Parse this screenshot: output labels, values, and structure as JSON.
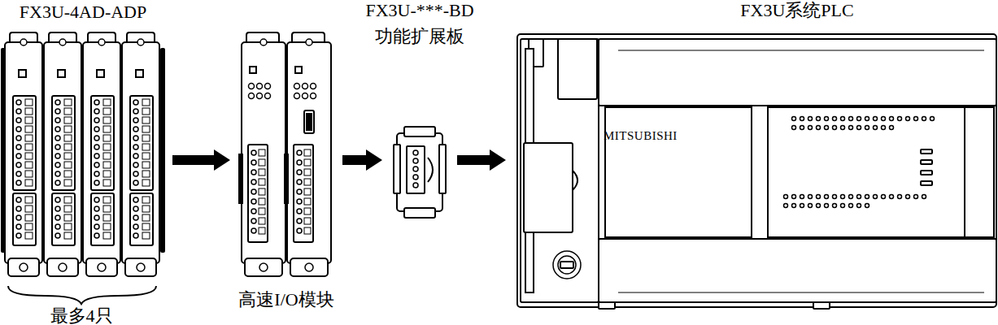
{
  "diagram": {
    "nodes": [
      {
        "text": [
          "FX3U-4AD-ADP",
          "最多4只"
        ]
      },
      {
        "text": [
          "高速I/O模块"
        ]
      },
      {
        "text": [
          "FX3U-***-BD",
          "功能扩展板"
        ]
      },
      {
        "text": [
          "FX3U系统PLC",
          "MITSUBISHI"
        ]
      }
    ],
    "edges": [
      {
        "from": 0,
        "to": 1,
        "arrow": "to"
      },
      {
        "from": 1,
        "to": 2,
        "arrow": "to"
      },
      {
        "from": 2,
        "to": 3,
        "arrow": "to"
      }
    ]
  }
}
